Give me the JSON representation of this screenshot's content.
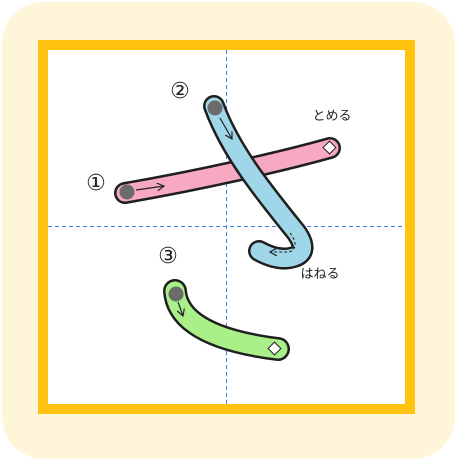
{
  "character": "さ",
  "colors": {
    "card_background": "#fff6d9",
    "frame_border": "#ffc20e",
    "grid_background": "#ffffff",
    "guide_lines": "#3b7ee0",
    "stroke_outline": "#1f1f1f",
    "stroke_start_dot": "#6b6b6b"
  },
  "strokes": [
    {
      "number": "①",
      "color": "#f7a9c4",
      "ending": "とめる",
      "ending_marker": "diamond",
      "direction_arrow": "arrow-right"
    },
    {
      "number": "②",
      "color": "#9fd6e8",
      "ending": "はねる",
      "ending_marker": "dashed-arrow",
      "direction_arrow": "arrow-down-right"
    },
    {
      "number": "③",
      "color": "#a8f087",
      "ending": "",
      "ending_marker": "diamond",
      "direction_arrow": "arrow-down"
    }
  ],
  "labels": {
    "stroke1_num": "①",
    "stroke2_num": "②",
    "stroke3_num": "③",
    "tome": "とめる",
    "hane": "はねる"
  }
}
